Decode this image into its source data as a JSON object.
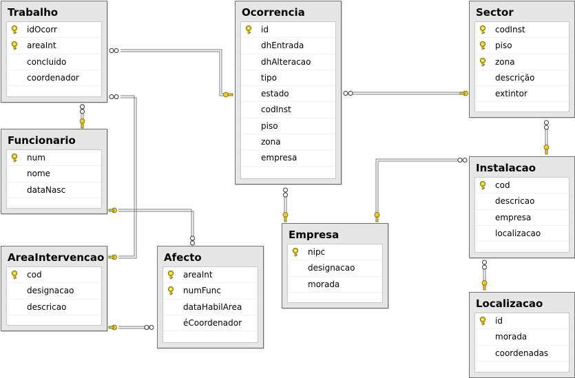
{
  "colors": {
    "key": "#f4d000",
    "line": "#7a7a7a"
  },
  "tables": [
    {
      "id": "trabalho",
      "name": "Trabalho",
      "columns": [
        {
          "name": "idOcorr",
          "key": true
        },
        {
          "name": "areaInt",
          "key": true
        },
        {
          "name": "concluido",
          "key": false
        },
        {
          "name": "coordenador",
          "key": false
        }
      ]
    },
    {
      "id": "funcionario",
      "name": "Funcionario",
      "columns": [
        {
          "name": "num",
          "key": true
        },
        {
          "name": "nome",
          "key": false
        },
        {
          "name": "dataNasc",
          "key": false
        }
      ]
    },
    {
      "id": "areaintervencao",
      "name": "AreaIntervencao",
      "columns": [
        {
          "name": "cod",
          "key": true
        },
        {
          "name": "designacao",
          "key": false
        },
        {
          "name": "descricao",
          "key": false
        }
      ]
    },
    {
      "id": "afecto",
      "name": "Afecto",
      "columns": [
        {
          "name": "areaInt",
          "key": true
        },
        {
          "name": "numFunc",
          "key": true
        },
        {
          "name": "dataHabilArea",
          "key": false
        },
        {
          "name": "éCoordenador",
          "key": false
        }
      ]
    },
    {
      "id": "ocorrencia",
      "name": "Ocorrencia",
      "columns": [
        {
          "name": "id",
          "key": true
        },
        {
          "name": "dhEntrada",
          "key": false
        },
        {
          "name": "dhAlteracao",
          "key": false
        },
        {
          "name": "tipo",
          "key": false
        },
        {
          "name": "estado",
          "key": false
        },
        {
          "name": "codInst",
          "key": false
        },
        {
          "name": "piso",
          "key": false
        },
        {
          "name": "zona",
          "key": false
        },
        {
          "name": "empresa",
          "key": false
        }
      ]
    },
    {
      "id": "empresa",
      "name": "Empresa",
      "columns": [
        {
          "name": "nipc",
          "key": true
        },
        {
          "name": "designacao",
          "key": false
        },
        {
          "name": "morada",
          "key": false
        }
      ]
    },
    {
      "id": "sector",
      "name": "Sector",
      "columns": [
        {
          "name": "codInst",
          "key": true
        },
        {
          "name": "piso",
          "key": true
        },
        {
          "name": "zona",
          "key": true
        },
        {
          "name": "descrição",
          "key": false
        },
        {
          "name": "extintor",
          "key": false
        }
      ]
    },
    {
      "id": "instalacao",
      "name": "Instalacao",
      "columns": [
        {
          "name": "cod",
          "key": true
        },
        {
          "name": "descricao",
          "key": false
        },
        {
          "name": "empresa",
          "key": false
        },
        {
          "name": "localizacao",
          "key": false
        }
      ]
    },
    {
      "id": "localizacao",
      "name": "Localizacao",
      "columns": [
        {
          "name": "id",
          "key": true
        },
        {
          "name": "morada",
          "key": false
        },
        {
          "name": "coordenadas",
          "key": false
        }
      ]
    }
  ],
  "relationships": [
    {
      "from": "trabalho",
      "to": "ocorrencia"
    },
    {
      "from": "ocorrencia",
      "to": "sector"
    },
    {
      "from": "trabalho",
      "to": "funcionario"
    },
    {
      "from": "afecto",
      "to": "funcionario"
    },
    {
      "from": "trabalho",
      "to": "areaintervencao"
    },
    {
      "from": "afecto",
      "to": "areaintervencao"
    },
    {
      "from": "ocorrencia",
      "to": "empresa"
    },
    {
      "from": "instalacao",
      "to": "empresa"
    },
    {
      "from": "sector",
      "to": "instalacao"
    },
    {
      "from": "instalacao",
      "to": "localizacao"
    }
  ]
}
